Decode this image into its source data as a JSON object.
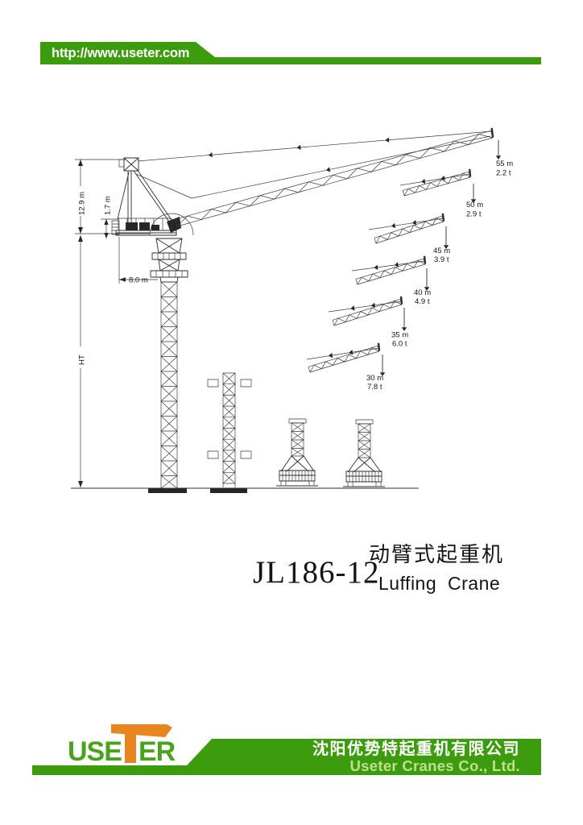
{
  "header": {
    "url": "http://www.useter.com"
  },
  "drawing": {
    "dims": {
      "tower_head_height": "12.9 m",
      "platform_height": "1.7 m",
      "counter_jib_radius": "8.0 m",
      "tower_height": "HT"
    },
    "jibs": [
      {
        "length": "55 m",
        "capacity": "2.2 t"
      },
      {
        "length": "50 m",
        "capacity": "2.9 t"
      },
      {
        "length": "45 m",
        "capacity": "3.9 t"
      },
      {
        "length": "40 m",
        "capacity": "4.9 t"
      },
      {
        "length": "35 m",
        "capacity": "6.0 t"
      },
      {
        "length": "30 m",
        "capacity": "7.8 t"
      }
    ]
  },
  "title": {
    "model": "JL186-12",
    "product_cn": "动臂式起重机",
    "product_en": "Luffing Crane"
  },
  "footer": {
    "logo_use": "USE",
    "logo_t": "T",
    "logo_er": "ER",
    "logo_full": "USETER",
    "company_cn": "沈阳优势特起重机有限公司",
    "company_en": "Useter Cranes Co., Ltd."
  },
  "colors": {
    "green": "#3d9b0e",
    "orange": "#e8851e",
    "pale_green": "#bfe08e",
    "ink": "#262626"
  }
}
